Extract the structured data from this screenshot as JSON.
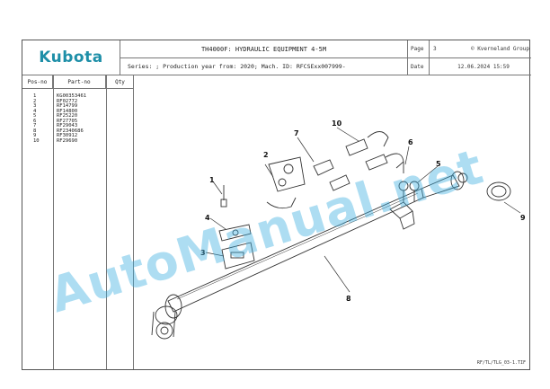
{
  "header": {
    "logo": "Kubota",
    "title": "TH4000F: HYDRAULIC EQUIPMENT 4-5M",
    "series": "Series: ; Production year from: 2020; Mach. ID: RFCSExx007999-",
    "page_label": "Page",
    "page_number": "3",
    "company": "© Kverneland Group",
    "date_label": "Date",
    "date_value": "12.06.2024  15:59"
  },
  "columns": {
    "pos": "Pos-no",
    "part": "Part-no",
    "qty": "Qty"
  },
  "parts": [
    {
      "pos": "1",
      "part": "KG00353461"
    },
    {
      "pos": "2",
      "part": "RF02772"
    },
    {
      "pos": "3",
      "part": "RF14799"
    },
    {
      "pos": "4",
      "part": "RF14800"
    },
    {
      "pos": "5",
      "part": "RF25220"
    },
    {
      "pos": "6",
      "part": "RF27705"
    },
    {
      "pos": "7",
      "part": "RF29043"
    },
    {
      "pos": "8",
      "part": "RF2340686"
    },
    {
      "pos": "9",
      "part": "RF30912"
    },
    {
      "pos": "10",
      "part": "RF29690"
    }
  ],
  "callouts": [
    "1",
    "2",
    "3",
    "4",
    "5",
    "6",
    "7",
    "8",
    "9",
    "10"
  ],
  "footer": "RF/TL/TLG_03-1.TIF",
  "watermark": "AutoManual.net",
  "colors": {
    "logo": "#1e8fa8",
    "watermark": "#3cafe1",
    "line": "#333333"
  }
}
